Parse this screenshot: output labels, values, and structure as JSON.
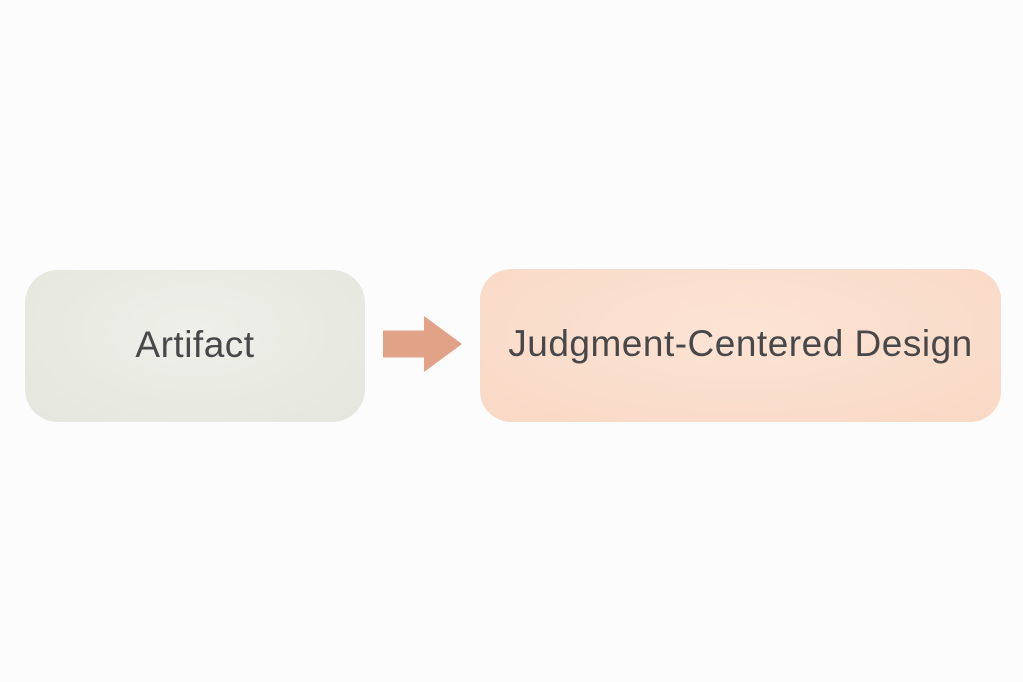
{
  "diagram": {
    "background_color": "#fcfcfc",
    "text_color": "#48484a",
    "nodes": [
      {
        "id": "artifact",
        "label": "Artifact",
        "fill": "#e8eae1"
      },
      {
        "id": "judgment-centered-design",
        "label": "Judgment-Centered Design",
        "fill": "#fcdcc8"
      }
    ],
    "connector": {
      "type": "block-arrow-right",
      "from": "artifact",
      "to": "judgment-centered-design",
      "color": "#e2a287"
    }
  }
}
